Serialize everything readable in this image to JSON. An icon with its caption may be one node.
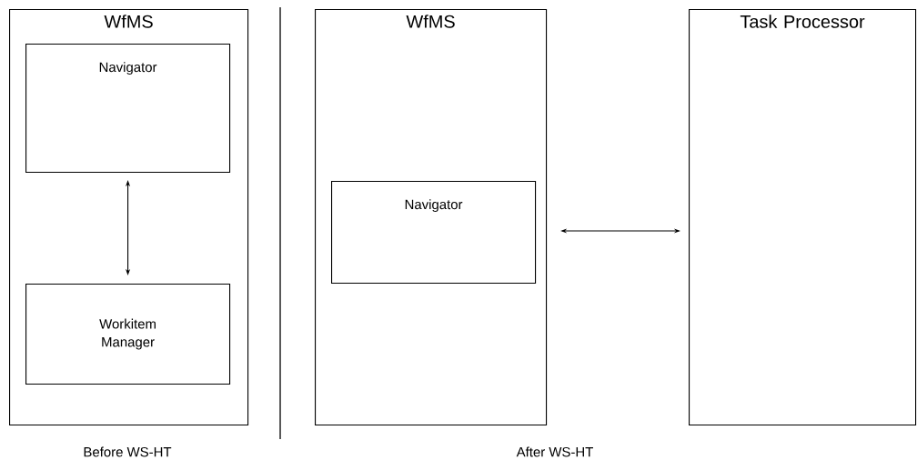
{
  "diagram": {
    "nodes": [
      {
        "text": [
          "WfMS"
        ]
      },
      {
        "text": [
          "Navigator"
        ],
        "in": 0
      },
      {
        "text": [
          "Workitem Manager"
        ],
        "in": 0
      },
      {
        "text": [
          "WfMS"
        ]
      },
      {
        "text": [
          "Navigator"
        ],
        "in": 3
      },
      {
        "text": [
          "Task Processor"
        ]
      }
    ],
    "edges": [
      {
        "from": 1,
        "to": 2,
        "arrow": "both"
      },
      {
        "from": 3,
        "to": 5,
        "arrow": "both"
      }
    ],
    "labels": [
      "Before WS-HT",
      "After WS-HT"
    ]
  }
}
